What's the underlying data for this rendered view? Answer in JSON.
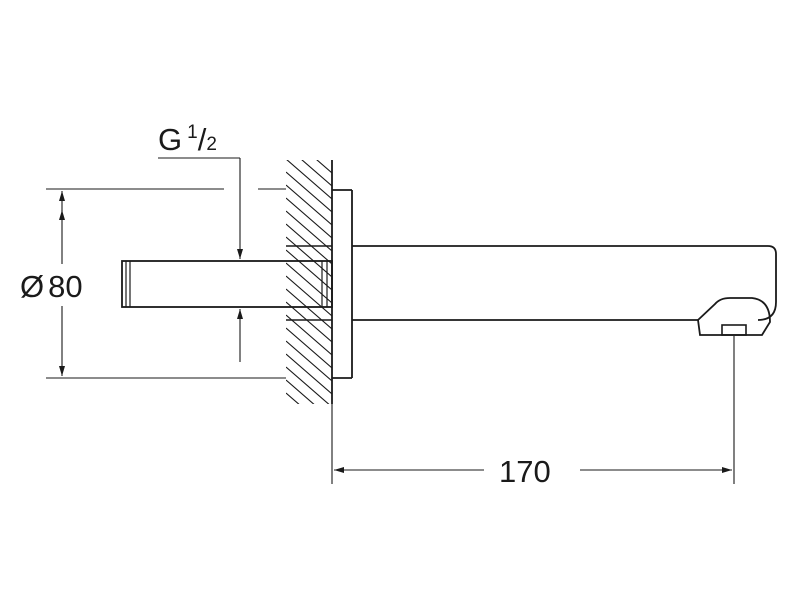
{
  "drawing": {
    "thread_spec": {
      "main": "G",
      "sup": "1",
      "slash": "/",
      "sub": "2"
    },
    "diameter_label": {
      "symbol": "Ø",
      "value": "80"
    },
    "length_label": "170",
    "line_color": "#1a1a1a",
    "background": "#ffffff"
  }
}
